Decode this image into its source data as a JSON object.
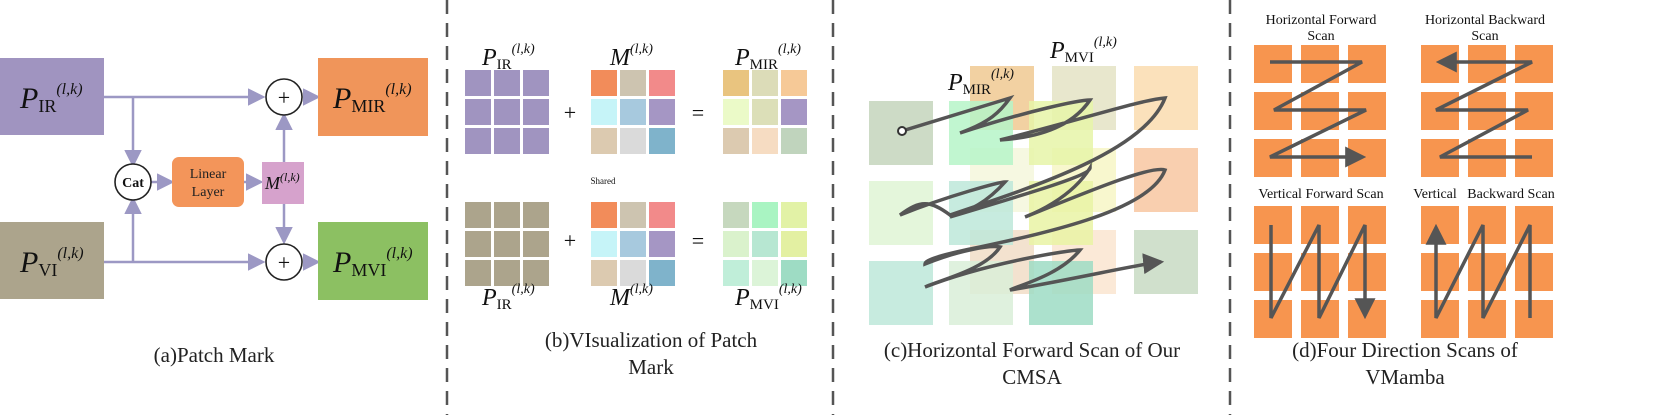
{
  "colors": {
    "arrow": "#9c98c4",
    "pir": "#a094c0",
    "pvi": "#aca48c",
    "pmir": "#f0955a",
    "pmvi": "#8cc062",
    "linear": "#f3955a",
    "mark": "#d6a2cc",
    "scan_block": "#f7954f",
    "scan_path": "#555555",
    "divider": "#555555"
  },
  "panel_a": {
    "pir_label": "P",
    "ir_sub": "IR",
    "vi_sub": "VI",
    "mir_sub": "MIR",
    "mvi_sub": "MVI",
    "sup": "(l,k)",
    "m_label": "M",
    "cat_label": "Cat",
    "plus": "+",
    "linear_line1": "Linear",
    "linear_line2": "Layer",
    "caption": "(a)Patch Mark"
  },
  "panel_b": {
    "plus": "+",
    "equals": "=",
    "shared_label": "Shared",
    "caption_line1": "(b)VIsualization of Patch",
    "caption_line2": "Mark",
    "grid_ir": [
      "#a094c0",
      "#a094c0",
      "#a094c0",
      "#a094c0",
      "#a094c0",
      "#a094c0",
      "#a094c0",
      "#a094c0",
      "#a094c0"
    ],
    "grid_m": [
      "#f28c5a",
      "#cdc4b0",
      "#f28a8a",
      "#c6f4f8",
      "#a7c9de",
      "#a596c4",
      "#dccab0",
      "#dadada",
      "#7fb3cb"
    ],
    "grid_mir": [
      "#e9c47f",
      "#dcdcb8",
      "#f6c997",
      "#ebfac8",
      "#dcdfb8",
      "#a596c4",
      "#dccab0",
      "#f6dcc2",
      "#c0d4bd"
    ],
    "grid_vi": [
      "#aca48c",
      "#aca48c",
      "#aca48c",
      "#aca48c",
      "#aca48c",
      "#aca48c",
      "#aca48c",
      "#aca48c",
      "#aca48c"
    ],
    "grid_mvi": [
      "#c6d8be",
      "#a9f4c2",
      "#e2f2a6",
      "#daf2cc",
      "#b7e7d2",
      "#e3f0a2",
      "#c0eed9",
      "#dcf4d8",
      "#9edcc4"
    ]
  },
  "panel_c": {
    "caption_line1": "(c)Horizontal Forward Scan of Our",
    "caption_line2": "CMSA",
    "back_grid": [
      "#f0c992",
      "#e4e3c4",
      "#fadcaf",
      "#f4f7dc",
      "#f7f6c6",
      "#f8c7a1",
      "#f1ddc7",
      "#fae5d0",
      "#c8dac3"
    ],
    "front_grid": [
      "#c4d5bc",
      "#b6f4c8",
      "#e6f4a8",
      "#dff4d5",
      "#bde8d9",
      "#e9f3a4",
      "#bde8d9",
      "#d9eed8",
      "#9edcc4"
    ]
  },
  "panel_d": {
    "hf_line1": "Horizontal Forward",
    "hf_line2": "Scan",
    "hb_line1": "Horizontal Backward",
    "hb_line2": "Scan",
    "vf_label": "Vertical Forward Scan",
    "vb_label": "Vertical   Backward Scan",
    "caption_line1": "(d)Four Direction Scans of",
    "caption_line2": "VMamba"
  }
}
